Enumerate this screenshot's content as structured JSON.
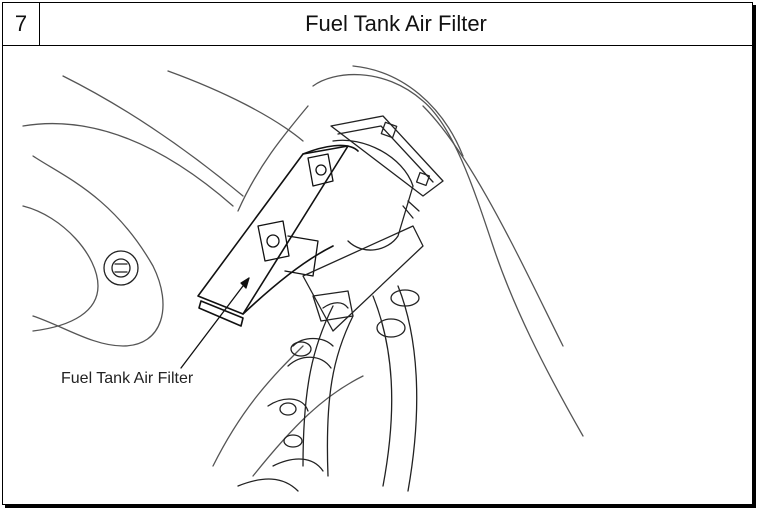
{
  "header": {
    "step_number": "7",
    "title": "Fuel Tank Air Filter"
  },
  "diagram": {
    "callout_label": "Fuel Tank Air Filter"
  }
}
